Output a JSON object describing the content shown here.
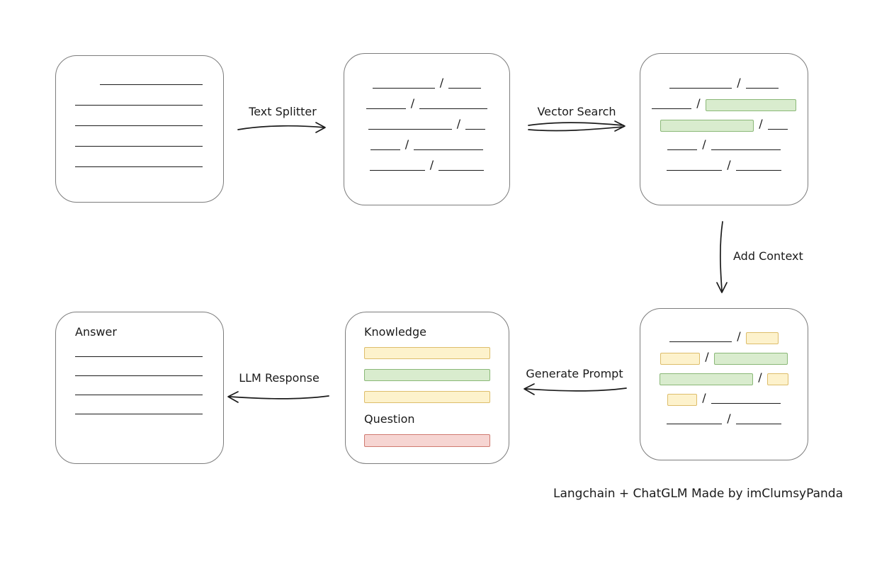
{
  "title": "Langchain + ChatGLM retrieval-augmented generation flow",
  "colors": {
    "ink": "#1b1b1b",
    "box_border": "#7c7c7c",
    "green_fill": "#d9ecce",
    "green_border": "#8ab877",
    "yellow_fill": "#fdf2cc",
    "yellow_border": "#ddbd6b",
    "red_fill": "#f6d5d2",
    "red_border": "#cf7a70"
  },
  "glyphs": {
    "slash": "/"
  },
  "flow_labels": {
    "text_splitter": "Text Splitter",
    "vector_search": "Vector Search",
    "add_context": "Add Context",
    "generate_prompt": "Generate Prompt",
    "llm_response": "LLM Response"
  },
  "credit": "Langchain + ChatGLM Made by imClumsyPanda",
  "boxes": {
    "source_document": {
      "rows": [
        [
          {
            "k": "line",
            "w": 145,
            "ml": 35
          }
        ],
        [
          {
            "k": "line",
            "w": 180
          }
        ],
        [
          {
            "k": "line",
            "w": 180
          }
        ],
        [
          {
            "k": "line",
            "w": 180
          }
        ],
        [
          {
            "k": "line",
            "w": 180
          }
        ]
      ]
    },
    "split_chunks": {
      "rows": [
        [
          {
            "k": "line",
            "w": 88
          },
          {
            "k": "slash"
          },
          {
            "k": "line",
            "w": 46
          }
        ],
        [
          {
            "k": "line",
            "w": 56
          },
          {
            "k": "slash"
          },
          {
            "k": "line",
            "w": 96
          }
        ],
        [
          {
            "k": "line",
            "w": 118
          },
          {
            "k": "slash"
          },
          {
            "k": "line",
            "w": 28
          }
        ],
        [
          {
            "k": "line",
            "w": 42
          },
          {
            "k": "slash"
          },
          {
            "k": "line",
            "w": 98
          }
        ],
        [
          {
            "k": "line",
            "w": 78
          },
          {
            "k": "slash"
          },
          {
            "k": "line",
            "w": 64
          }
        ]
      ]
    },
    "vector_matches": {
      "rows": [
        [
          {
            "k": "line",
            "w": 88
          },
          {
            "k": "slash"
          },
          {
            "k": "line",
            "w": 46
          }
        ],
        [
          {
            "k": "line",
            "w": 56
          },
          {
            "k": "slash"
          },
          {
            "k": "green",
            "w": 128
          }
        ],
        [
          {
            "k": "green",
            "w": 132
          },
          {
            "k": "slash"
          },
          {
            "k": "line",
            "w": 28
          }
        ],
        [
          {
            "k": "line",
            "w": 42
          },
          {
            "k": "slash"
          },
          {
            "k": "line",
            "w": 98
          }
        ],
        [
          {
            "k": "line",
            "w": 78
          },
          {
            "k": "slash"
          },
          {
            "k": "line",
            "w": 64
          }
        ]
      ]
    },
    "context_chunks": {
      "rows": [
        [
          {
            "k": "line",
            "w": 88
          },
          {
            "k": "slash"
          },
          {
            "k": "yellow",
            "w": 46
          }
        ],
        [
          {
            "k": "yellow",
            "w": 56
          },
          {
            "k": "slash"
          },
          {
            "k": "green",
            "w": 104
          }
        ],
        [
          {
            "k": "green",
            "w": 132
          },
          {
            "k": "slash"
          },
          {
            "k": "yellow",
            "w": 30
          }
        ],
        [
          {
            "k": "yellow",
            "w": 42
          },
          {
            "k": "slash"
          },
          {
            "k": "line",
            "w": 98
          }
        ],
        [
          {
            "k": "line",
            "w": 78
          },
          {
            "k": "slash"
          },
          {
            "k": "line",
            "w": 64
          }
        ]
      ]
    },
    "prompt": {
      "knowledge_label": "Knowledge",
      "question_label": "Question",
      "knowledge_rows": [
        [
          {
            "k": "yellow",
            "w": 180
          }
        ],
        [
          {
            "k": "green",
            "w": 180
          }
        ],
        [
          {
            "k": "yellow",
            "w": 180
          }
        ]
      ],
      "question_rows": [
        [
          {
            "k": "red",
            "w": 185
          }
        ]
      ]
    },
    "answer": {
      "label": "Answer",
      "rows": [
        [
          {
            "k": "line",
            "w": 180
          }
        ],
        [
          {
            "k": "line",
            "w": 180
          }
        ],
        [
          {
            "k": "line",
            "w": 180
          }
        ],
        [
          {
            "k": "line",
            "w": 180
          }
        ]
      ]
    }
  }
}
